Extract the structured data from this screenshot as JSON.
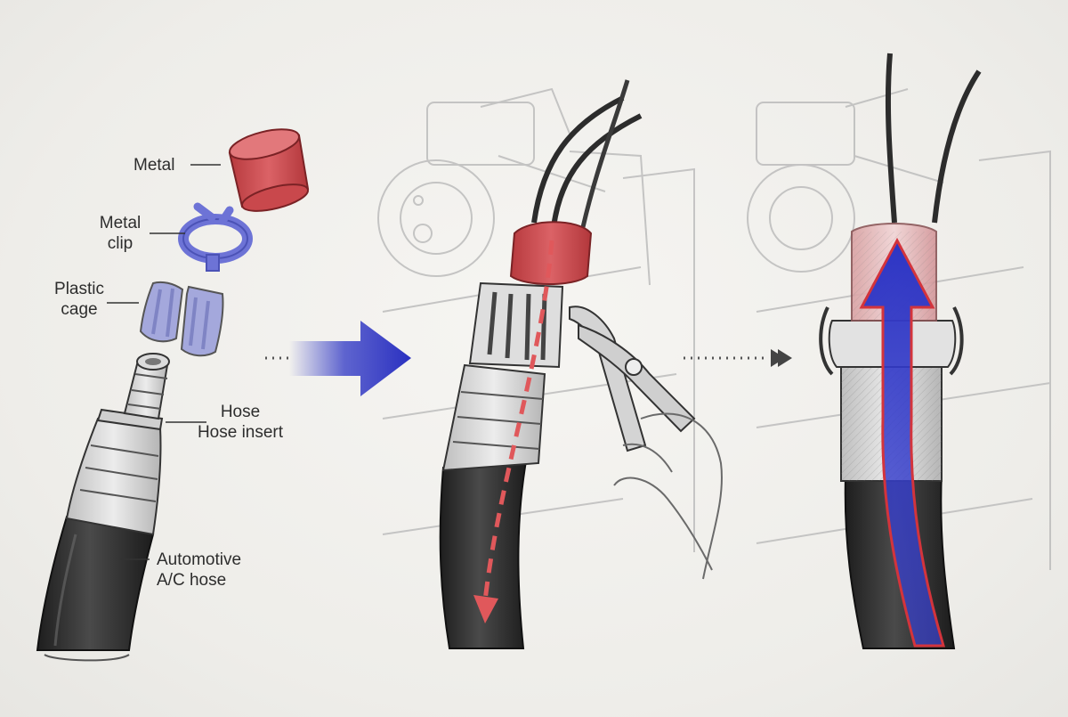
{
  "labels": {
    "metal": "Metal",
    "metal_clip": [
      "Metal",
      "clip"
    ],
    "plastic_cage": [
      "Plastic",
      "cage"
    ],
    "hose": "Hose",
    "hose_insert": "Hose insert",
    "ac_hose": [
      "Automotive",
      "A/C hose"
    ]
  },
  "colors": {
    "metal_sleeve": "#c9484c",
    "clip": "#6d73d6",
    "cage": "#a4a8dc",
    "flow_arrow": "#2d35c4",
    "flow_outline": "#d3343c",
    "hose": "#2c2c2c"
  }
}
